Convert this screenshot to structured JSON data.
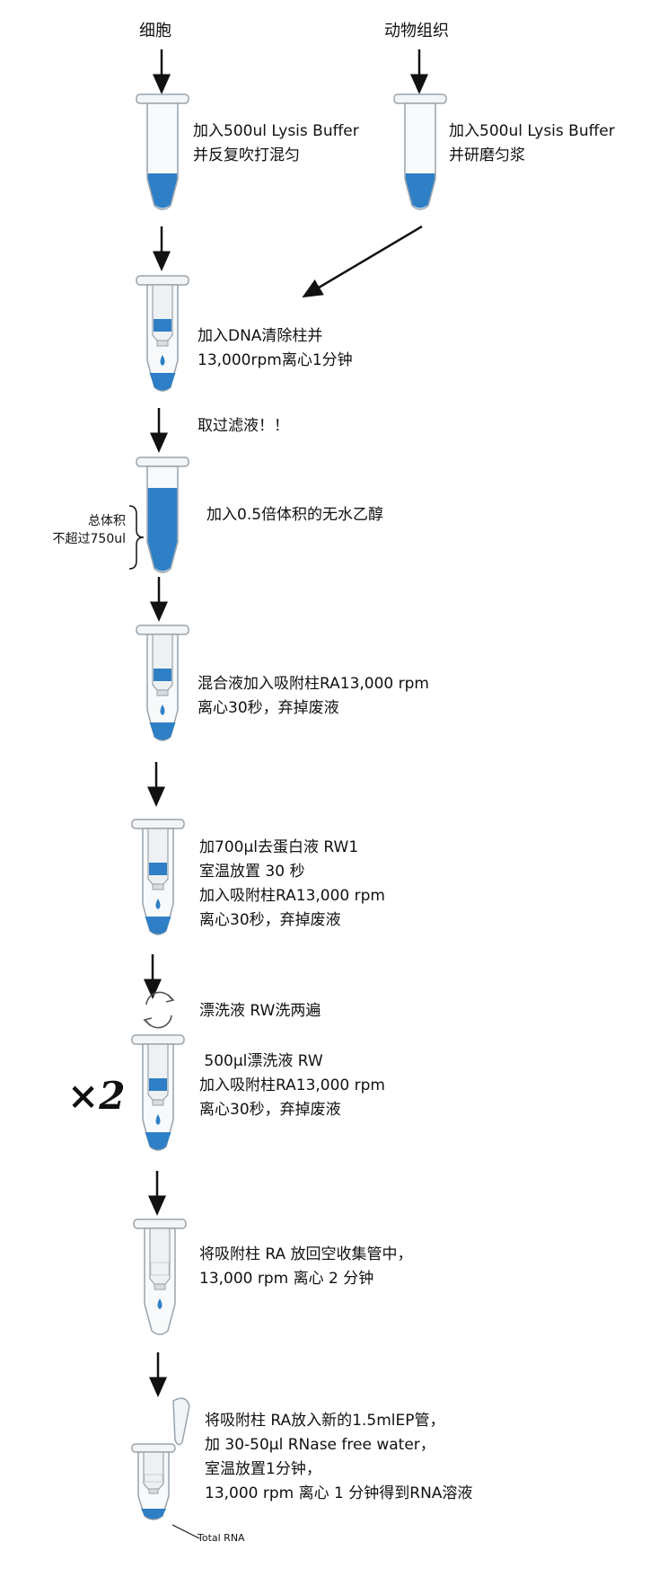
{
  "sources": {
    "cells": "细胞",
    "tissue": "动物组织"
  },
  "steps": {
    "lysis_cells": [
      "加入500ul Lysis Buffer",
      "并反复吹打混匀"
    ],
    "lysis_tissue": [
      "加入500ul Lysis Buffer",
      "并研磨匀浆"
    ],
    "dna_column": [
      "加入DNA清除柱并",
      "13,000rpm离心1分钟"
    ],
    "take_filtrate": "取过滤液！！",
    "ethanol": "加入0.5倍体积的无水乙醇",
    "volume_note": [
      "总体积",
      "不超过750ul"
    ],
    "bind_column": [
      "混合液加入吸附柱RA13,000 rpm",
      "离心30秒，弃掉废液"
    ],
    "rw1": [
      "加700µl去蛋白液 RW1",
      "室温放置 30 秒",
      "加入吸附柱RA13,000 rpm",
      "离心30秒，弃掉废液"
    ],
    "rw_wash": "漂洗液 RW洗两遍",
    "rw_step": [
      " 500µl漂洗液 RW",
      "加入吸附柱RA13,000 rpm",
      "离心30秒，弃掉废液"
    ],
    "repeat_mark": "×2",
    "dry_spin": [
      "将吸附柱 RA 放回空收集管中，",
      "13,000 rpm 离心 2 分钟"
    ],
    "elute": [
      "将吸附柱 RA放入新的1.5mlEP管，",
      "加 30-50µl RNase free water，",
      "室温放置1分钟，",
      "13,000 rpm 离心 1 分钟得到RNA溶液"
    ],
    "total_rna": "Total RNA"
  },
  "colors": {
    "liquid": "#2e7fc6",
    "tube_outline": "#9aa3ab",
    "arrow": "#111111"
  }
}
